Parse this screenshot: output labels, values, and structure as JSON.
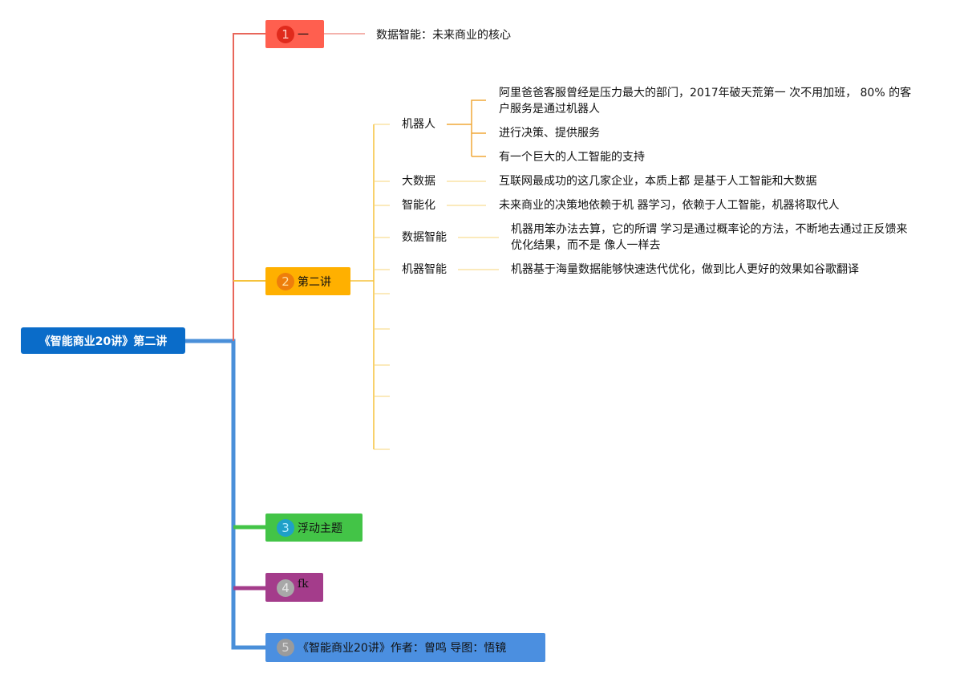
{
  "root": {
    "label": "《智能商业20讲》第二讲"
  },
  "colors": {
    "root": "#0a6cc9",
    "branch1": "#ff5f4f",
    "branch2": "#ffb000",
    "branch3": "#43c447",
    "branch4": "#a43c8b",
    "branch5": "#4b8fe0",
    "connector_root": "#4a8fd9",
    "connector1": "#e8665a",
    "connector2": "#f5c23c",
    "connector2_child": "#f7d67a",
    "connector_robot": "#f0a838"
  },
  "branches": [
    {
      "number": "1",
      "label": "一",
      "detail": "数据智能：未来商业的核心"
    },
    {
      "number": "2",
      "label": "第二讲",
      "children": [
        {
          "label": "机器人",
          "details": [
            "阿里爸爸客服曾经是压力最大的部门，2017年破天荒第一 次不用加班， 80% 的客户服务是通过机器人",
            "进行决策、提供服务",
            "有一个巨大的人工智能的支持"
          ]
        },
        {
          "label": "大数据",
          "details": [
            "互联网最成功的这几家企业，本质上都 是基于人工智能和大数据"
          ]
        },
        {
          "label": "智能化",
          "details": [
            "未来商业的决策地依赖于机 器学习，依赖于人工智能，机器将取代人"
          ]
        },
        {
          "label": "数据智能",
          "details": [
            "机器用笨办法去算，它的所谓 学习是通过概率论的方法，不断地去通过正反馈来优化结果，而不是 像人一样去"
          ]
        },
        {
          "label": "机器智能",
          "details": [
            "机器基于海量数据能够快速迭代优化，做到比人更好的效果如谷歌翻译"
          ]
        }
      ]
    },
    {
      "number": "3",
      "label": "浮动主题"
    },
    {
      "number": "4",
      "label": "fk"
    },
    {
      "number": "5",
      "label": "《智能商业20讲》作者：曾鸣 导图：悟镜"
    }
  ]
}
